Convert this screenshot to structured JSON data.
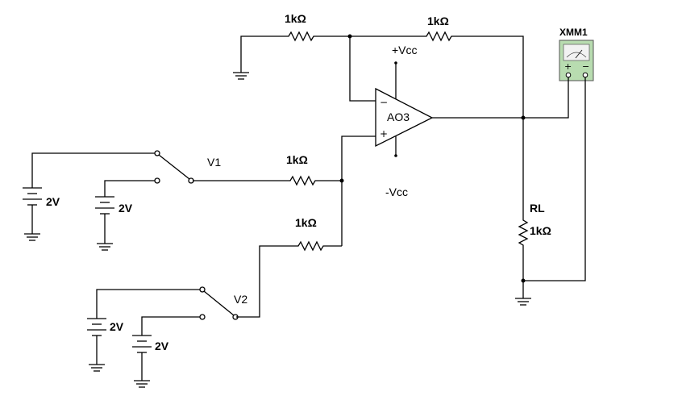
{
  "labels": {
    "r_ground": "1kΩ",
    "r_feedback": "1kΩ",
    "r_v1": "1kΩ",
    "r_v2": "1kΩ",
    "rl_name": "RL",
    "rl_value": "1kΩ",
    "opamp": "AO3",
    "vcc_pos": "+Vcc",
    "vcc_neg": "-Vcc",
    "meter": "XMM1",
    "meter_plus": "+",
    "meter_minus": "−",
    "opamp_minus": "−",
    "opamp_plus": "+",
    "switch_v1": "V1",
    "switch_v2": "V2",
    "bat1": "2V",
    "bat2": "2V",
    "bat3": "2V",
    "bat4": "2V"
  },
  "colors": {
    "meter_body": "#b8dcb0",
    "meter_face": "#f2f2f2",
    "wire": "#000000"
  }
}
